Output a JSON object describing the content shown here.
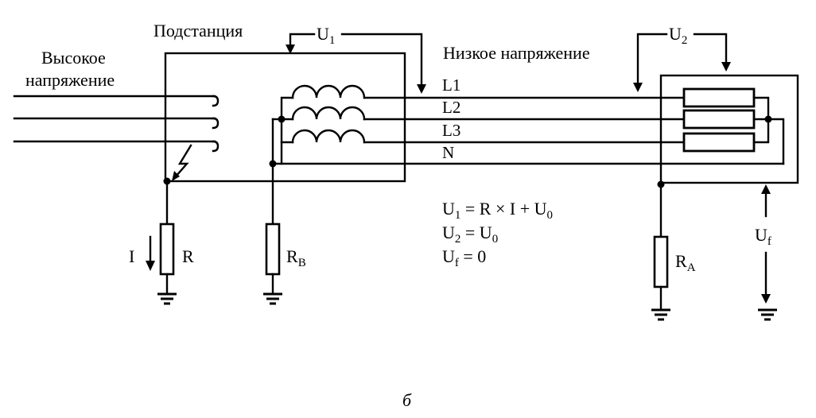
{
  "labels": {
    "high_voltage_line1": "Высокое",
    "high_voltage_line2": "напряжение",
    "substation": "Подстанция",
    "low_voltage": "Низкое напряжение",
    "u1": "U",
    "u1_sub": "1",
    "u2": "U",
    "u2_sub": "2",
    "uf": "U",
    "uf_sub": "f",
    "l1": "L1",
    "l2": "L2",
    "l3": "L3",
    "n": "N",
    "current": "I",
    "r": "R",
    "rb": "R",
    "rb_sub": "B",
    "ra": "R",
    "ra_sub": "A",
    "caption": "б"
  },
  "equations": {
    "eq1": {
      "lhs": "U",
      "lhs_sub": "1",
      "rhs": " = R × I + U",
      "rhs_sub": "0"
    },
    "eq2": {
      "lhs": "U",
      "lhs_sub": "2",
      "rhs": " = U",
      "rhs_sub": "0"
    },
    "eq3": {
      "lhs": "U",
      "lhs_sub": "f",
      "rhs": " = 0"
    }
  }
}
